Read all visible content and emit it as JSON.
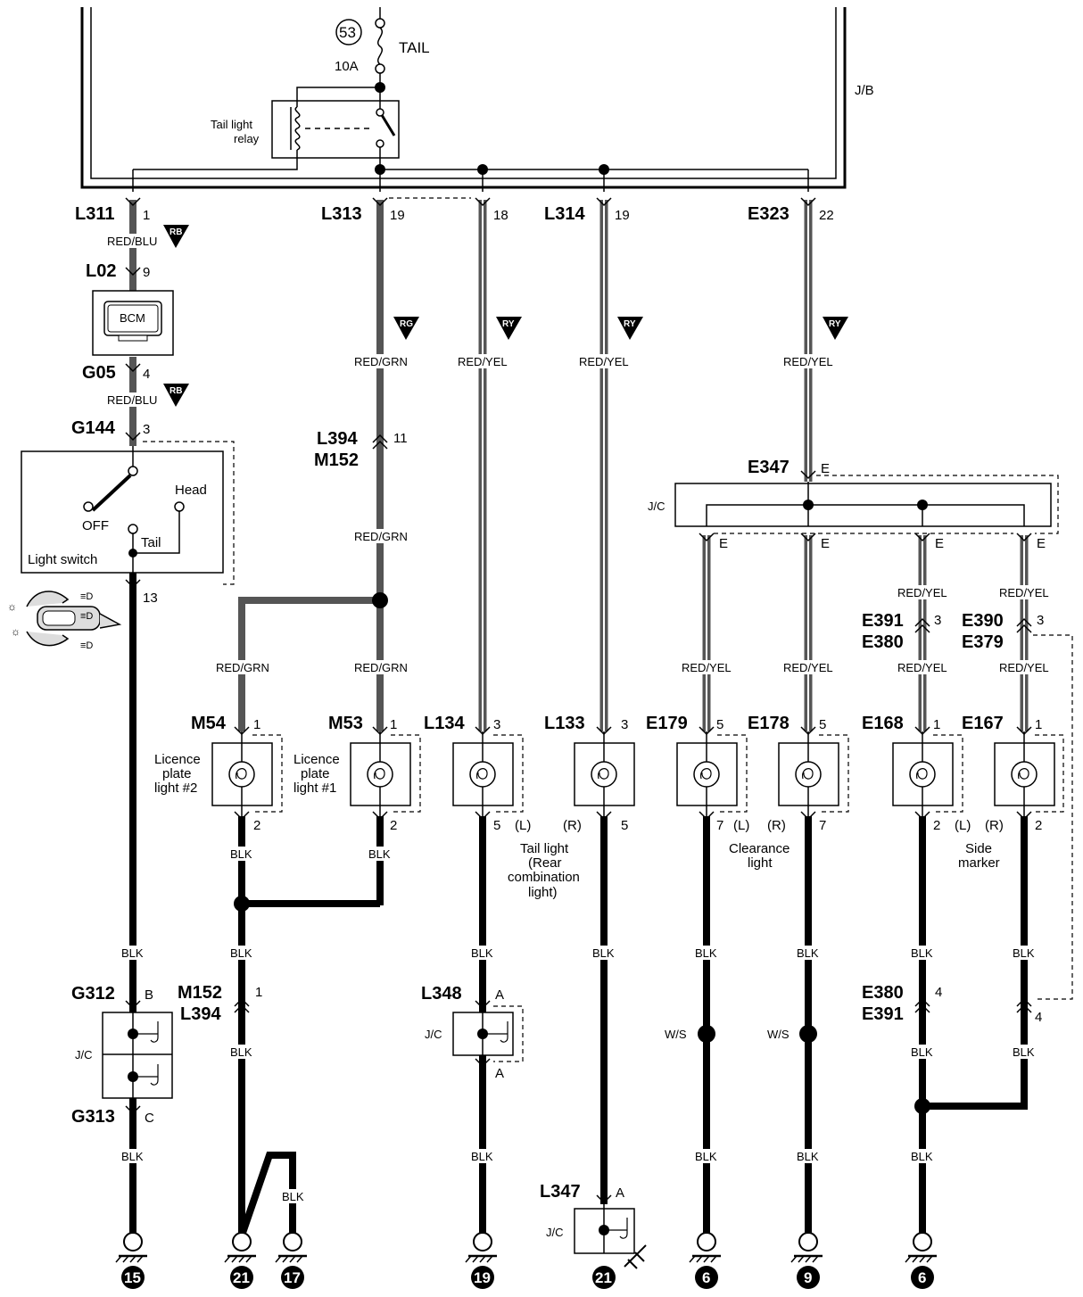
{
  "fuse": {
    "number": "53",
    "rating": "10A",
    "name": "TAIL"
  },
  "jb_label": "J/B",
  "relay_label": [
    "Tail light",
    "relay"
  ],
  "col1": {
    "L311": "L311",
    "p1": "1",
    "w1": "RED/BLU",
    "b1": "RB",
    "L02": "L02",
    "p9": "9",
    "bcm": "BCM",
    "G05": "G05",
    "p4": "4",
    "w2": "RED/BLU",
    "b2": "RB",
    "G144": "G144",
    "p3": "3",
    "switch_off": "OFF",
    "switch_head": "Head",
    "switch_tail": "Tail",
    "switch_name": "Light switch",
    "p13": "13",
    "w3": "BLK",
    "G312": "G312",
    "pB": "B",
    "jc": "J/C",
    "G313": "G313",
    "pC": "C",
    "w4": "BLK",
    "gnd": "15"
  },
  "col2": {
    "L313": "L313",
    "p19": "19",
    "badge": "RG",
    "w1": "RED/GRN",
    "L394": "L394",
    "M152": "M152",
    "p11": "11",
    "w2": "RED/GRN",
    "w3": "RED/GRN",
    "M53": "M53",
    "p1": "1",
    "lamp": [
      "Licence",
      "plate",
      "light #1"
    ],
    "p2": "2",
    "w4": "BLK"
  },
  "col3": {
    "M54": "M54",
    "p1": "1",
    "w1": "RED/GRN",
    "lamp": [
      "Licence",
      "plate",
      "light #2"
    ],
    "p2": "2",
    "w2": "BLK",
    "w3": "BLK",
    "M152": "M152",
    "L394": "L394",
    "p1b": "1",
    "w4": "BLK",
    "w5": "BLK",
    "gnd1": "21",
    "gnd2": "17"
  },
  "col4": {
    "p18": "18",
    "badge": "RY",
    "w1": "RED/YEL",
    "L134": "L134",
    "p3": "3",
    "p5": "5",
    "sideL": "(L)",
    "w2": "BLK",
    "L348": "L348",
    "pA": "A",
    "jc": "J/C",
    "pA2": "A",
    "w3": "BLK",
    "gnd": "19"
  },
  "col5": {
    "L314": "L314",
    "p19": "19",
    "badge": "RY",
    "w1": "RED/YEL",
    "L133": "L133",
    "p3": "3",
    "p5": "5",
    "sideR": "(R)",
    "tail_label": [
      "Tail light",
      "(Rear",
      "combination",
      "light)"
    ],
    "w2": "BLK",
    "L347": "L347",
    "pA": "A",
    "jc": "J/C",
    "gnd": "21"
  },
  "col6": {
    "E323": "E323",
    "p22": "22",
    "badge": "RY",
    "w1": "RED/YEL",
    "E347": "E347",
    "pE": "E",
    "jc": "J/C"
  },
  "col7": {
    "pE": "E",
    "w1": "RED/YEL",
    "E179": "E179",
    "p5": "5",
    "p7": "7",
    "sideL": "(L)",
    "w2": "BLK",
    "ws": "W/S",
    "w3": "BLK",
    "gnd": "6"
  },
  "col8": {
    "pE": "E",
    "w1": "RED/YEL",
    "E178": "E178",
    "p5": "5",
    "p7": "7",
    "sideR": "(R)",
    "clear_label": [
      "Clearance",
      "light"
    ],
    "w2": "BLK",
    "ws": "W/S",
    "w3": "BLK",
    "gnd": "9"
  },
  "col9": {
    "pE": "E",
    "w1": "RED/YEL",
    "E391": "E391",
    "E380": "E380",
    "p3": "3",
    "w2": "RED/YEL",
    "E168": "E168",
    "p1": "1",
    "p2": "2",
    "sideL": "(L)",
    "w3": "BLK",
    "E380b": "E380",
    "E391b": "E391",
    "p4": "4",
    "w4": "BLK",
    "w5": "BLK",
    "gnd": "6"
  },
  "col10": {
    "pE": "E",
    "w1": "RED/YEL",
    "E390": "E390",
    "E379": "E379",
    "p3": "3",
    "w2": "RED/YEL",
    "E167": "E167",
    "p1": "1",
    "p2": "2",
    "sideR": "(R)",
    "marker_label": [
      "Side",
      "marker"
    ],
    "w3": "BLK",
    "p4": "4",
    "w4": "BLK"
  }
}
